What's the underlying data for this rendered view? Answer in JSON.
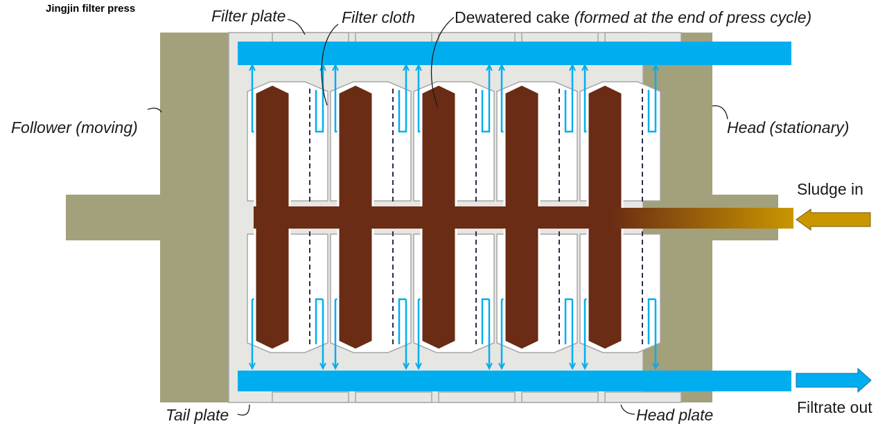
{
  "brand": "Jingjin filter press",
  "labels": {
    "filter_plate": "Filter plate",
    "filter_cloth": "Filter cloth",
    "cake_main": "Dewatered cake",
    "cake_note": "(formed at the end of press cycle)",
    "follower": "Follower (moving)",
    "head": "Head (stationary)",
    "sludge_in": "Sludge in",
    "filtrate_out": "Filtrate out",
    "tail_plate": "Tail plate",
    "head_plate": "Head plate"
  },
  "colors": {
    "frame": "#a3a07c",
    "plate_fill": "#e6e6e3",
    "plate_stroke": "#a6a6a6",
    "cake": "#6a2c14",
    "filtrate": "#00aeef",
    "sludge": "#c99600",
    "cloth": "#2b2b4a"
  },
  "chambers": 5
}
